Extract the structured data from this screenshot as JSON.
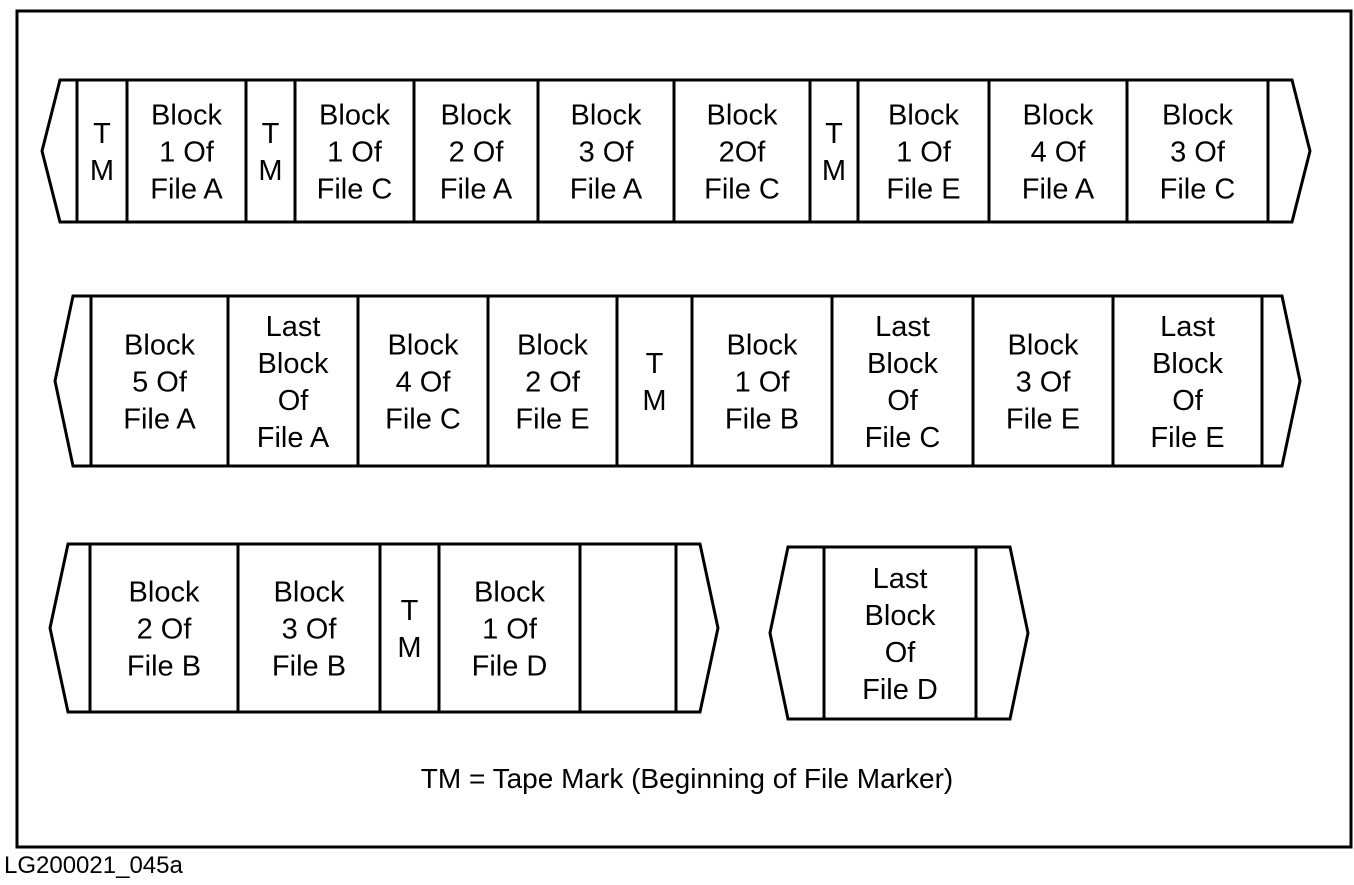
{
  "figure_id": "LG200021_045a",
  "legend": "TM = Tape Mark (Beginning of File Marker)",
  "tapes": [
    {
      "name": "tape-row-1",
      "cells": [
        {
          "kind": "tape-mark",
          "lines": [
            "T",
            "M"
          ]
        },
        {
          "kind": "block",
          "lines": [
            "Block",
            "1 Of",
            "File A"
          ]
        },
        {
          "kind": "tape-mark",
          "lines": [
            "T",
            "M"
          ]
        },
        {
          "kind": "block",
          "lines": [
            "Block",
            "1 Of",
            "File C"
          ]
        },
        {
          "kind": "block",
          "lines": [
            "Block",
            "2 Of",
            "File A"
          ]
        },
        {
          "kind": "block",
          "lines": [
            "Block",
            "3 Of",
            "File A"
          ]
        },
        {
          "kind": "block",
          "lines": [
            "Block",
            "2Of",
            "File C"
          ]
        },
        {
          "kind": "tape-mark",
          "lines": [
            "T",
            "M"
          ]
        },
        {
          "kind": "block",
          "lines": [
            "Block",
            "1 Of",
            "File E"
          ]
        },
        {
          "kind": "block",
          "lines": [
            "Block",
            "4 Of",
            "File A"
          ]
        },
        {
          "kind": "block",
          "lines": [
            "Block",
            "3 Of",
            "File C"
          ]
        }
      ]
    },
    {
      "name": "tape-row-2",
      "cells": [
        {
          "kind": "block",
          "lines": [
            "Block",
            "5 Of",
            "File A"
          ]
        },
        {
          "kind": "block",
          "lines": [
            "Last",
            "Block",
            "Of",
            "File A"
          ]
        },
        {
          "kind": "block",
          "lines": [
            "Block",
            "4 Of",
            "File C"
          ]
        },
        {
          "kind": "block",
          "lines": [
            "Block",
            "2 Of",
            "File E"
          ]
        },
        {
          "kind": "tape-mark",
          "lines": [
            "T",
            "M"
          ]
        },
        {
          "kind": "block",
          "lines": [
            "Block",
            "1 Of",
            "File B"
          ]
        },
        {
          "kind": "block",
          "lines": [
            "Last",
            "Block",
            "Of",
            "File C"
          ]
        },
        {
          "kind": "block",
          "lines": [
            "Block",
            "3 Of",
            "File E"
          ]
        },
        {
          "kind": "block",
          "lines": [
            "Last",
            "Block",
            "Of",
            "File E"
          ]
        }
      ]
    },
    {
      "name": "tape-row-3a",
      "cells": [
        {
          "kind": "block",
          "lines": [
            "Block",
            "2 Of",
            "File B"
          ]
        },
        {
          "kind": "block",
          "lines": [
            "Block",
            "3 Of",
            "File B"
          ]
        },
        {
          "kind": "tape-mark",
          "lines": [
            "T",
            "M"
          ]
        },
        {
          "kind": "block",
          "lines": [
            "Block",
            "1 Of",
            "File D"
          ]
        },
        {
          "kind": "empty",
          "lines": []
        }
      ]
    },
    {
      "name": "tape-row-3b",
      "cells": [
        {
          "kind": "block",
          "lines": [
            "Last",
            "Block",
            "Of",
            "File D"
          ]
        }
      ]
    }
  ]
}
